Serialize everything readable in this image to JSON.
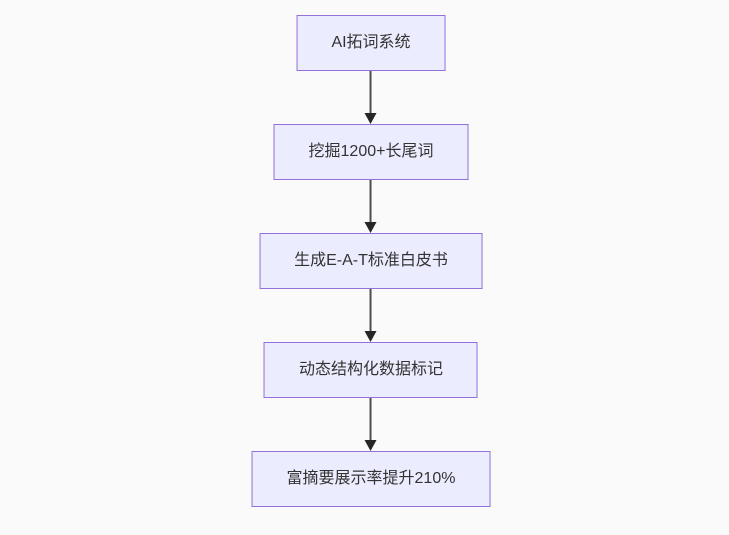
{
  "flowchart": {
    "type": "vertical-flow",
    "nodes": [
      {
        "label": "AI拓词系统"
      },
      {
        "label": "挖掘1200+长尾词"
      },
      {
        "label": "生成E-A-T标准白皮书"
      },
      {
        "label": "动态结构化数据标记"
      },
      {
        "label": "富摘要展示率提升210%"
      }
    ],
    "edges": [
      {
        "from": 0,
        "to": 1
      },
      {
        "from": 1,
        "to": 2
      },
      {
        "from": 2,
        "to": 3
      },
      {
        "from": 3,
        "to": 4
      }
    ],
    "colors": {
      "background": "#fafafa",
      "node_fill": "#ECECFF",
      "node_border": "#9370DB",
      "node_text": "#333333",
      "arrow_line": "#4d4d4d",
      "arrow_head": "#262626"
    }
  }
}
